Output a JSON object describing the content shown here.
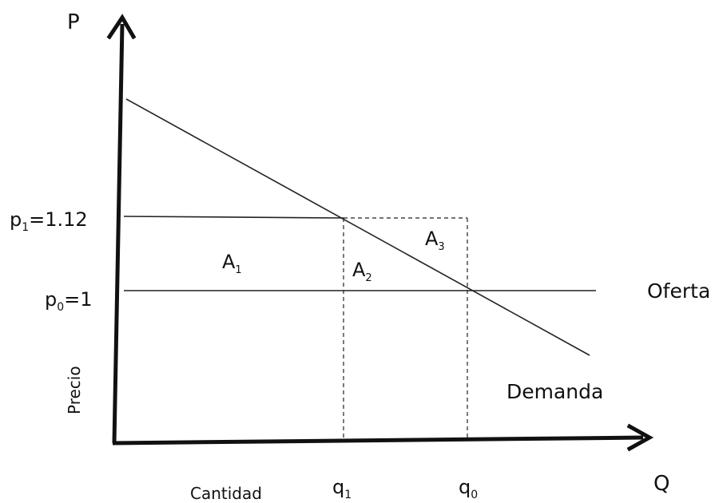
{
  "axes": {
    "y_label": "P",
    "x_label": "Q",
    "y_title": "Precio",
    "x_title": "Cantidad"
  },
  "prices": {
    "p1": {
      "base": "p",
      "sub": "1",
      "suffix": "=1.12"
    },
    "p0": {
      "base": "p",
      "sub": "0",
      "suffix": "=1"
    }
  },
  "quantities": {
    "q1": {
      "base": "q",
      "sub": "1"
    },
    "q0": {
      "base": "q",
      "sub": "0"
    }
  },
  "areas": {
    "a1": {
      "base": "A",
      "sub": "1"
    },
    "a2": {
      "base": "A",
      "sub": "2"
    },
    "a3": {
      "base": "A",
      "sub": "3"
    }
  },
  "curves": {
    "supply": "Oferta",
    "demand": "Demanda"
  },
  "colors": {
    "ink": "#111111",
    "line": "#222222"
  }
}
